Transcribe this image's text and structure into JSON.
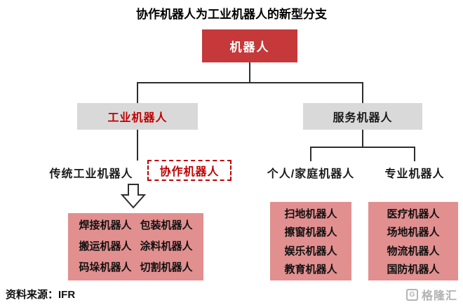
{
  "title": "协作机器人为工业机器人的新型分支",
  "root_label": "机器人",
  "industrial": {
    "label": "工业机器人",
    "traditional_label": "传统工业机器人",
    "collaborative_label": "协作机器人",
    "leaf_rows": [
      [
        "焊接机器人",
        "包装机器人"
      ],
      [
        "搬运机器人",
        "涂料机器人"
      ],
      [
        "码垛机器人",
        "切割机器人"
      ]
    ]
  },
  "service": {
    "label": "服务机器人",
    "personal": {
      "label": "个人/家庭机器人",
      "items": [
        "扫地机器人",
        "擦窗机器人",
        "娱乐机器人",
        "教育机器人"
      ]
    },
    "professional": {
      "label": "专业机器人",
      "items": [
        "医疗机器人",
        "场地机器人",
        "物流机器人",
        "国防机器人"
      ]
    }
  },
  "source": "资料来源：IFR",
  "watermark": "格隆汇",
  "watermark_icon_letter": "G",
  "colors": {
    "root_box": "#C5393B",
    "category_box": "#D9D9D9",
    "leaf_box": "#E28F8F",
    "accent_red": "#C00000",
    "line": "#2E2E2E"
  }
}
